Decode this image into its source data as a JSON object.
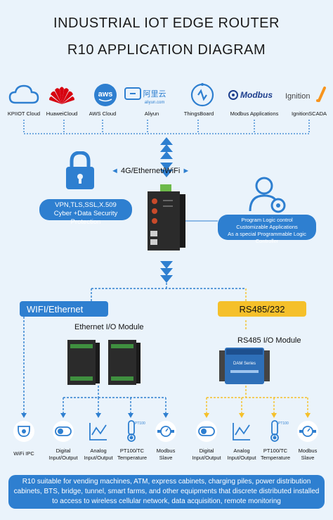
{
  "header": {
    "title_line1": "INDUSTRIAL IOT EDGE ROUTER",
    "title_line2": "R10 APPLICATION DIAGRAM"
  },
  "clouds": [
    {
      "name": "KPIIOT Cloud",
      "icon": "cloud-outline-icon"
    },
    {
      "name": "HuaweiCloud",
      "icon": "huawei-logo-icon"
    },
    {
      "name": "AWS Cloud",
      "icon": "aws-logo-icon",
      "logo_text": "aws"
    },
    {
      "name": "Aliyun",
      "icon": "aliyun-logo-icon",
      "logo_text": "阿里云",
      "logo_subtext": "aliyun.com"
    },
    {
      "name": "ThingsBoard",
      "icon": "thingsboard-logo-icon"
    },
    {
      "name": "Modbus Applications",
      "icon": "modbus-logo-icon",
      "logo_text": "Modbus"
    },
    {
      "name": "IgnitionSCADA",
      "icon": "ignition-logo-icon",
      "logo_text": "Ignition"
    }
  ],
  "network": {
    "label": "4G/Ethernet/WiFi"
  },
  "security": {
    "icon": "padlock-icon",
    "text_line1": "VPN,TLS,SSL,X.509",
    "text_line2": "Cyber +Data Security Protection"
  },
  "plc": {
    "icon": "user-gear-icon",
    "text_line1": "Program Logic control",
    "text_line2": "Customizable Applications",
    "text_line3": "As a special Programmable Logic Controller"
  },
  "sections": {
    "wifi_ethernet": "WIFI/Ethernet",
    "rs485": "RS485/232",
    "ethernet_io_module": "Ethernet I/O Module",
    "rs485_io_module": "RS485 I/O Module",
    "dam_device_label": "DAM Series"
  },
  "bottom_devices": [
    {
      "label": "WiFi IPC",
      "icon": "camera-icon"
    },
    {
      "label": "Digital\nInput/Output",
      "icon": "toggle-switch-icon"
    },
    {
      "label": "Analog\nInput/Output",
      "icon": "analog-wave-icon"
    },
    {
      "label": "PT100/TC\nTemperature",
      "icon": "thermometer-icon",
      "tag": "PT100"
    },
    {
      "label": "Modbus\nSlave",
      "icon": "flow-meter-icon"
    },
    {
      "label": "Digital\nInput/Output",
      "icon": "toggle-switch-icon"
    },
    {
      "label": "Analog\nInput/Output",
      "icon": "analog-wave-icon"
    },
    {
      "label": "PT100/TC\nTemperature",
      "icon": "thermometer-icon",
      "tag": "PT100"
    },
    {
      "label": "Modbus\nSlave",
      "icon": "flow-meter-icon"
    }
  ],
  "footer": {
    "text": "R10 suitable for vending machines, ATM, express cabinets, charging piles, power distribution cabinets, BTS, bridge, tunnel, smart farms, and other equipments that discrete distributed installed to access to wireless cellular network, data acquisition, remote monitoring"
  },
  "colors": {
    "primary_blue": "#2e7fd0",
    "accent_yellow": "#f5c02a",
    "background": "#eaf3fb"
  }
}
